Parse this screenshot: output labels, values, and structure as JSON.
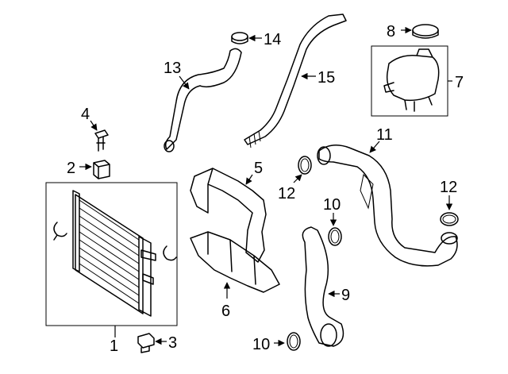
{
  "colors": {
    "line": "#000000",
    "background": "#ffffff"
  },
  "callouts": {
    "c1": "1",
    "c2": "2",
    "c3": "3",
    "c4": "4",
    "c5": "5",
    "c6": "6",
    "c7": "7",
    "c8": "8",
    "c9": "9",
    "c10a": "10",
    "c10b": "10",
    "c11": "11",
    "c12a": "12",
    "c12b": "12",
    "c13": "13",
    "c14": "14",
    "c15": "15"
  }
}
